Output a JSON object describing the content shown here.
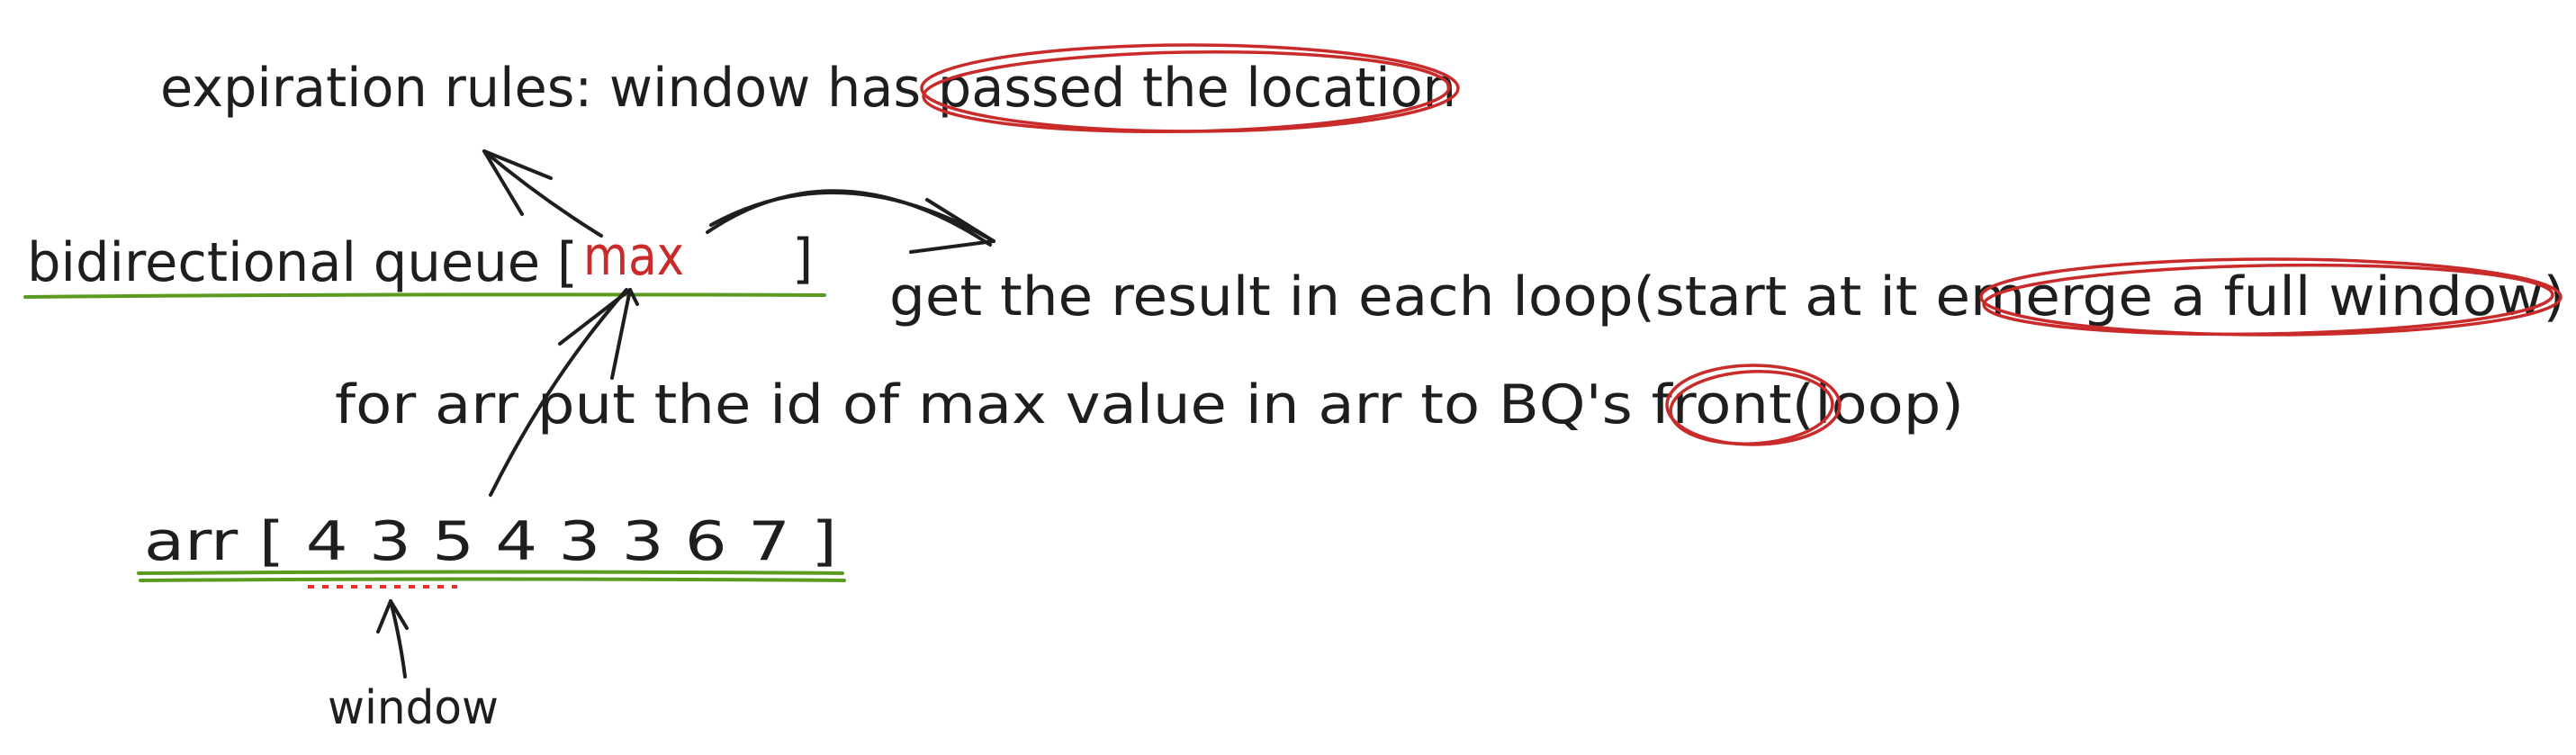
{
  "note_expiration": "expiration rules: window has passed the location",
  "queue_label": "bidirectional queue [",
  "queue_content": "max",
  "queue_close": "]",
  "note_result": "get the result in each loop(start at it emerge a full window)",
  "note_put": "for arr  put the id of max value in arr to BQ's front(loop)",
  "array_label": "arr [ 4 3 5 4 3 3 6 7 ]",
  "window_label": "window",
  "colors": {
    "ink": "#1e1e1e",
    "highlight": "#c92a2a",
    "underline": "#5a9a1e"
  }
}
